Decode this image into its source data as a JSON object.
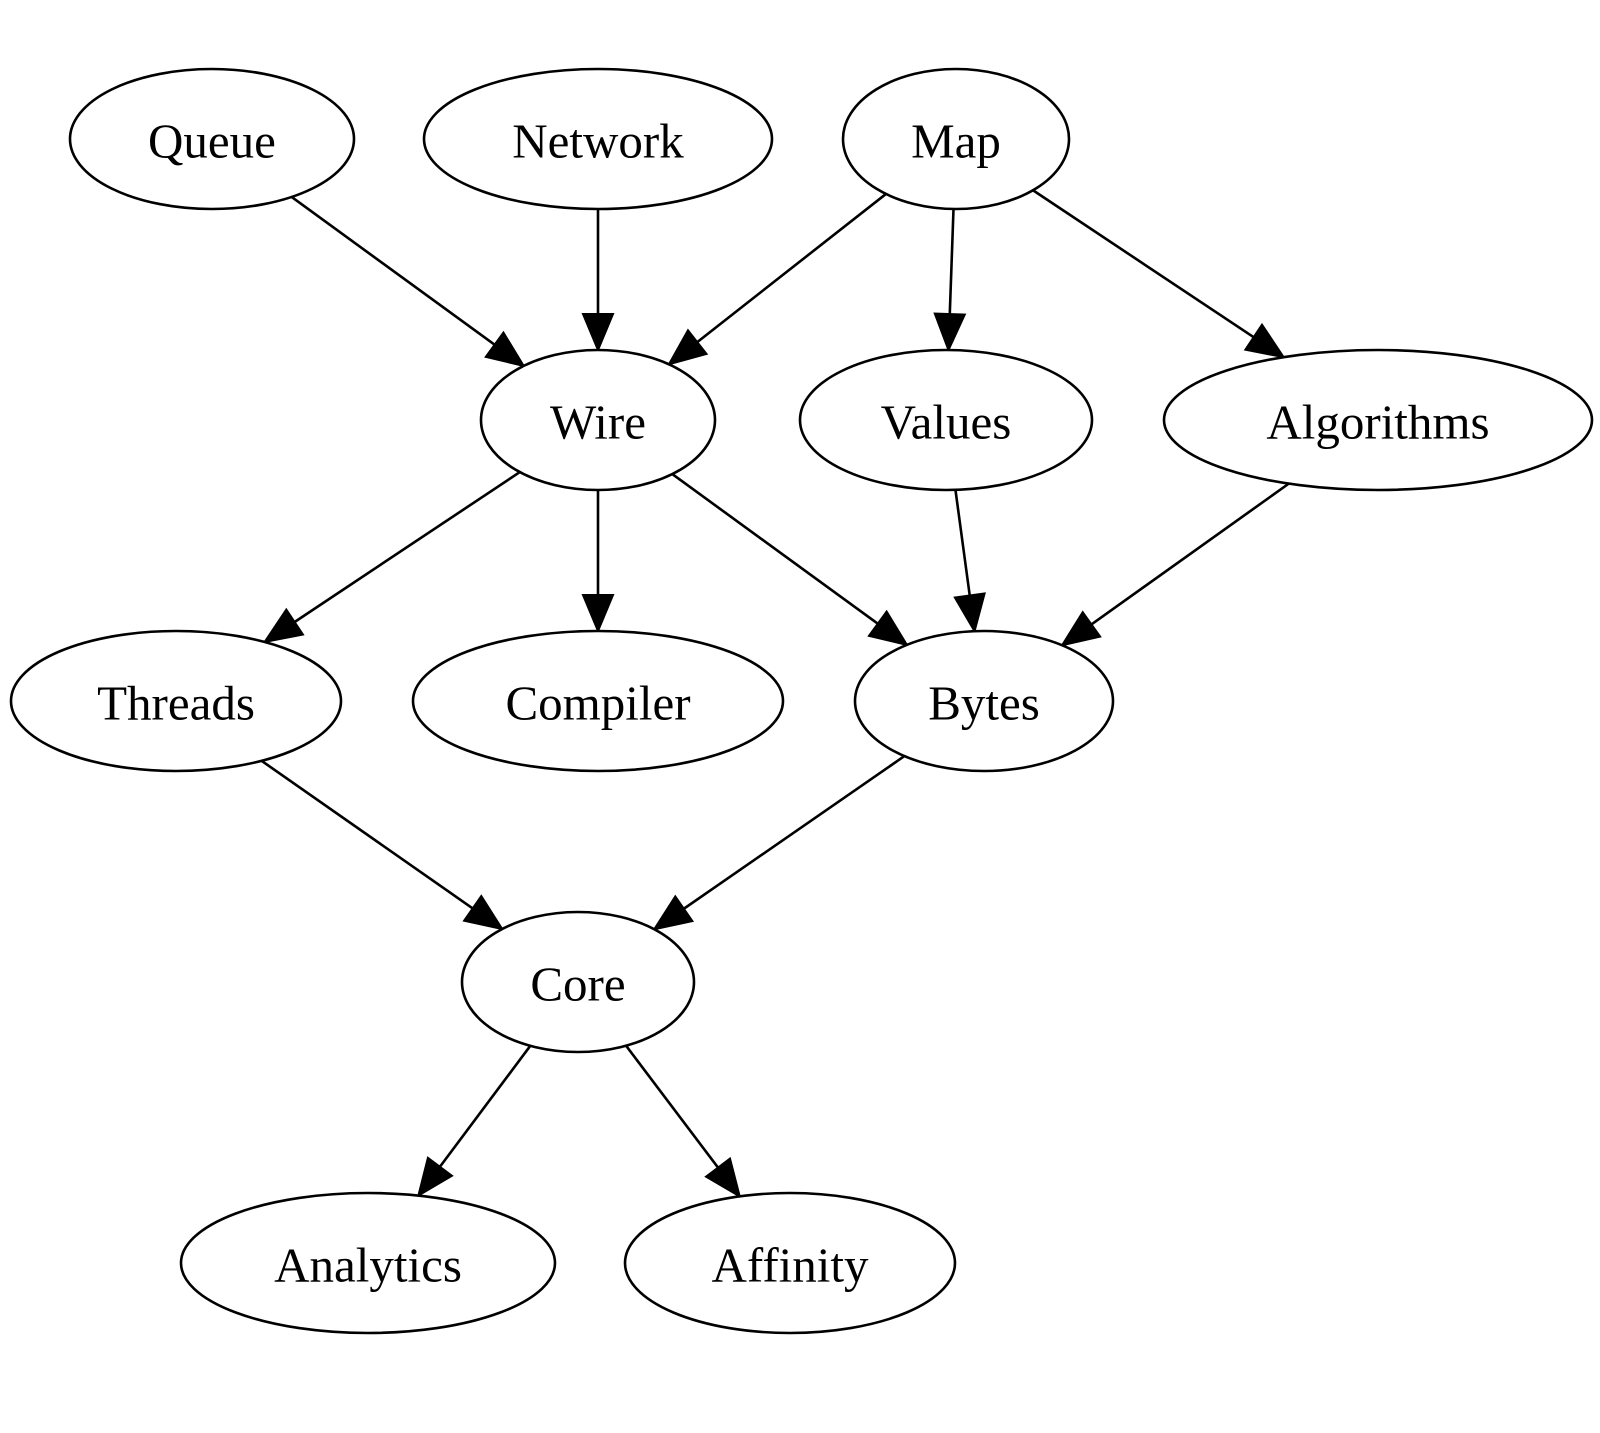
{
  "diagram": {
    "type": "directed-graph",
    "nodes": [
      {
        "id": "queue",
        "label": "Queue"
      },
      {
        "id": "network",
        "label": "Network"
      },
      {
        "id": "map",
        "label": "Map"
      },
      {
        "id": "wire",
        "label": "Wire"
      },
      {
        "id": "values",
        "label": "Values"
      },
      {
        "id": "algorithms",
        "label": "Algorithms"
      },
      {
        "id": "threads",
        "label": "Threads"
      },
      {
        "id": "compiler",
        "label": "Compiler"
      },
      {
        "id": "bytes",
        "label": "Bytes"
      },
      {
        "id": "core",
        "label": "Core"
      },
      {
        "id": "analytics",
        "label": "Analytics"
      },
      {
        "id": "affinity",
        "label": "Affinity"
      }
    ],
    "edges": [
      {
        "from": "queue",
        "to": "wire"
      },
      {
        "from": "network",
        "to": "wire"
      },
      {
        "from": "map",
        "to": "wire"
      },
      {
        "from": "map",
        "to": "values"
      },
      {
        "from": "map",
        "to": "algorithms"
      },
      {
        "from": "wire",
        "to": "threads"
      },
      {
        "from": "wire",
        "to": "compiler"
      },
      {
        "from": "wire",
        "to": "bytes"
      },
      {
        "from": "values",
        "to": "bytes"
      },
      {
        "from": "algorithms",
        "to": "bytes"
      },
      {
        "from": "threads",
        "to": "core"
      },
      {
        "from": "bytes",
        "to": "core"
      },
      {
        "from": "core",
        "to": "analytics"
      },
      {
        "from": "core",
        "to": "affinity"
      }
    ]
  }
}
